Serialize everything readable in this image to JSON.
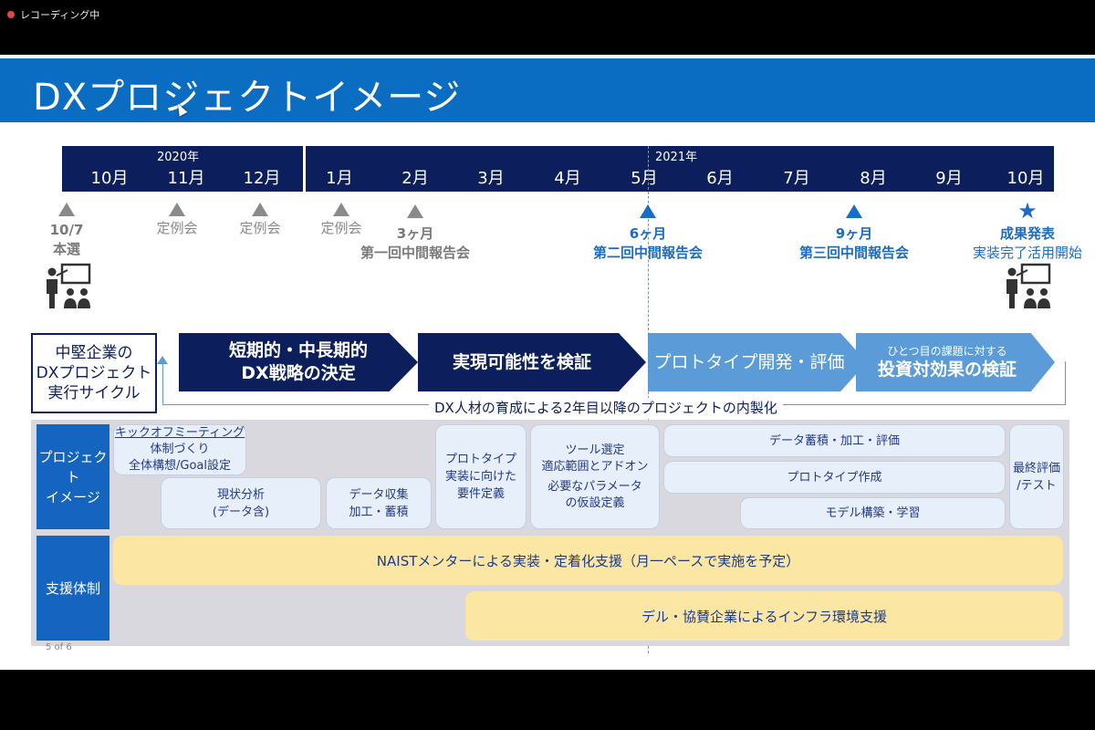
{
  "recording": {
    "label": "レコーディング中"
  },
  "header": {
    "title": "DXプロジェクトイメージ"
  },
  "timeline": {
    "years": [
      "2020年",
      "2021年"
    ],
    "months": [
      "10月",
      "11月",
      "12月",
      "1月",
      "2月",
      "3月",
      "4月",
      "5月",
      "6月",
      "7月",
      "8月",
      "9月",
      "10月"
    ]
  },
  "milestones": {
    "m1": {
      "line1": "10/7",
      "line2": "本選"
    },
    "m2": {
      "line1": "定例会"
    },
    "m3": {
      "line1": "定例会"
    },
    "m4": {
      "line1": "定例会"
    },
    "m5": {
      "line1": "3ヶ月",
      "line2": "第一回中間報告会"
    },
    "m6": {
      "line1": "6ヶ月",
      "line2": "第二回中間報告会"
    },
    "m7": {
      "line1": "9ヶ月",
      "line2": "第三回中間報告会"
    },
    "m8": {
      "line1": "成果発表",
      "line2": "実装完了活用開始"
    }
  },
  "cycle": {
    "box": {
      "line1": "中堅企業の",
      "line2": "DXプロジェクト",
      "line3": "実行サイクル"
    },
    "step1": {
      "line1": "短期的・中長期的",
      "line2": "DX戦略の決定"
    },
    "step2": {
      "line1": "実現可能性を検証"
    },
    "step3": {
      "line1": "プロトタイプ開発・評価"
    },
    "step4": {
      "line1": "ひとつ目の課題に対する",
      "line2": "投資対効果の検証"
    },
    "loop_label": "DX人材の育成による2年目以降のプロジェクトの内製化"
  },
  "project": {
    "label": {
      "line1": "プロジェクト",
      "line2": "イメージ"
    },
    "kickoff": {
      "line1": "キックオフミーティング",
      "line2": "体制づくり",
      "line3": "全体構想/Goal設定"
    },
    "current": {
      "line1": "現状分析",
      "line2": "(データ含)"
    },
    "datacollect": {
      "line1": "データ収集",
      "line2": "加工・蓄積"
    },
    "proto_req": {
      "line1": "プロトタイプ",
      "line2": "実装に向けた",
      "line3": "要件定義"
    },
    "tools": {
      "line1": "ツール選定",
      "line2": "適応範囲とアドオン",
      "line3": "必要なパラメータ",
      "line4": "の仮設定義"
    },
    "data_eval": "データ蓄積・加工・評価",
    "proto_make": "プロトタイプ作成",
    "model": "モデル構築・学習",
    "final": {
      "line1": "最終評価",
      "line2": "/テスト"
    }
  },
  "support": {
    "label": "支援体制",
    "naist": "NAISTメンターによる実装・定着化支援（月一ペースで実施を予定）",
    "infra": "デル・協賛企業によるインフラ環境支援"
  },
  "page": {
    "number": "5 of 6"
  },
  "colors": {
    "header_blue": "#0a6dc2",
    "navy": "#0c1e5c",
    "light_blue": "#5b9bd8",
    "yellow": "#fbe7a3"
  }
}
